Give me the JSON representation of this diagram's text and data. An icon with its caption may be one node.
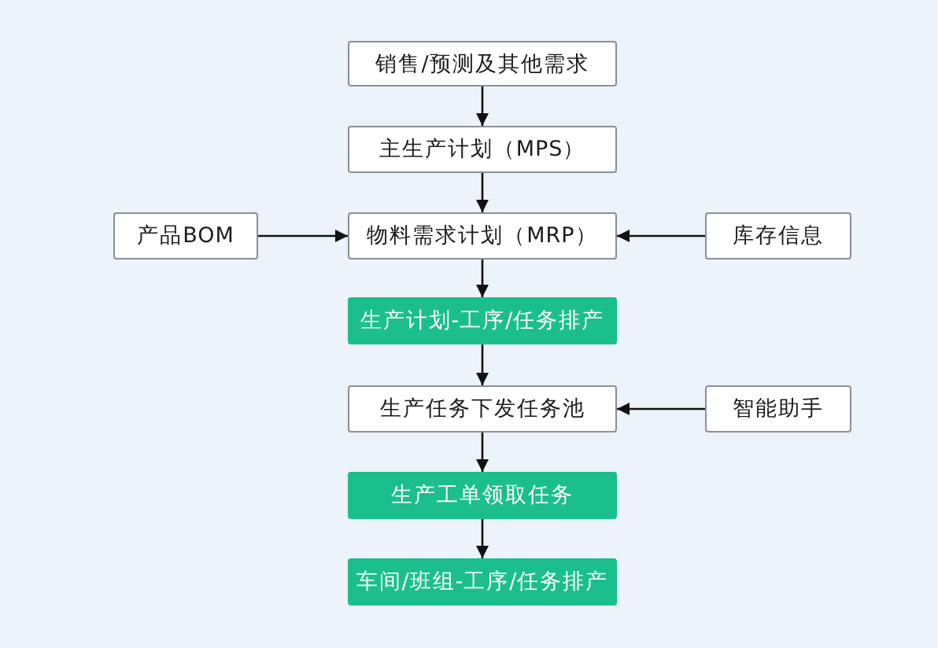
{
  "diagram": {
    "nodes": [
      {
        "text": [
          "销售/预测及其他需求"
        ]
      },
      {
        "text": [
          "主生产计划（MPS）"
        ]
      },
      {
        "text": [
          "产品BOM"
        ]
      },
      {
        "text": [
          "物料需求计划（MRP）"
        ]
      },
      {
        "text": [
          "库存信息"
        ]
      },
      {
        "text": [
          "生产计划-工序/任务排产"
        ]
      },
      {
        "text": [
          "生产任务下发任务池"
        ]
      },
      {
        "text": [
          "智能助手"
        ]
      },
      {
        "text": [
          "生产工单领取任务"
        ]
      },
      {
        "text": [
          "车间/班组-工序/任务排产"
        ]
      }
    ],
    "edges": [
      {
        "from": 0,
        "to": 1,
        "arrow": "to"
      },
      {
        "from": 1,
        "to": 3,
        "arrow": "to"
      },
      {
        "from": 2,
        "to": 3,
        "arrow": "to"
      },
      {
        "from": 4,
        "to": 3,
        "arrow": "to"
      },
      {
        "from": 3,
        "to": 5,
        "arrow": "to"
      },
      {
        "from": 5,
        "to": 6,
        "arrow": "to"
      },
      {
        "from": 7,
        "to": 6,
        "arrow": "to"
      },
      {
        "from": 6,
        "to": 8,
        "arrow": "to"
      },
      {
        "from": 8,
        "to": 9,
        "arrow": "to"
      }
    ]
  }
}
